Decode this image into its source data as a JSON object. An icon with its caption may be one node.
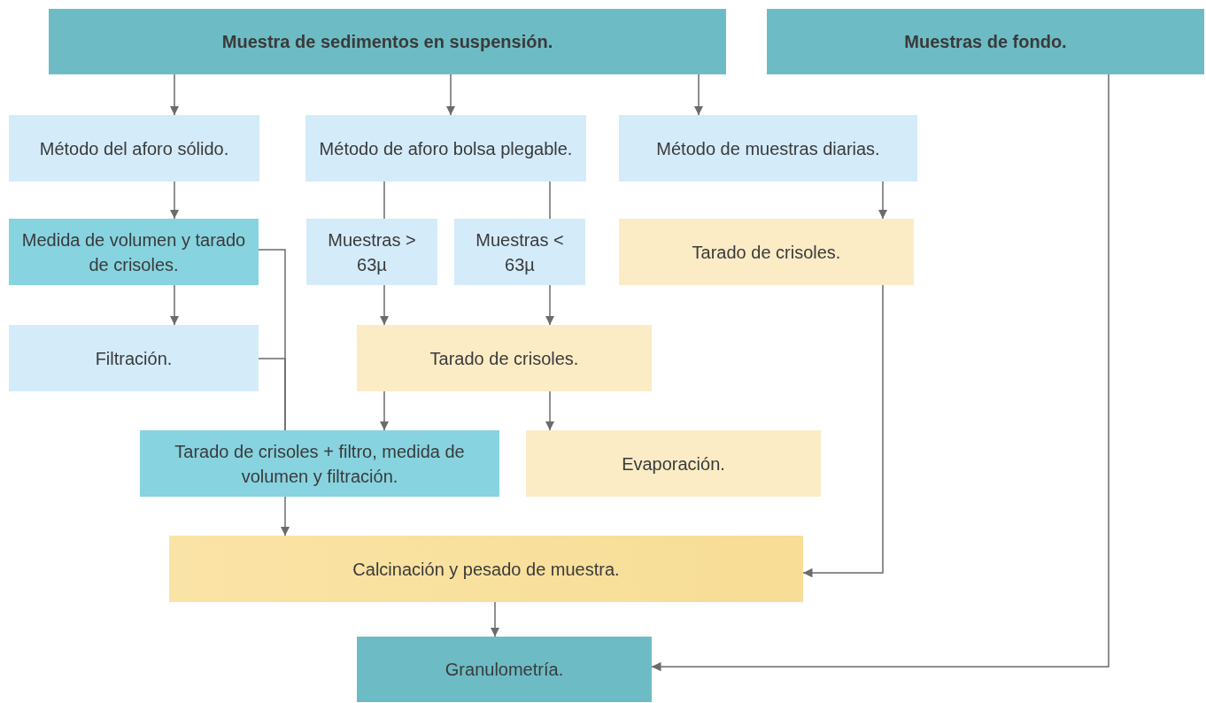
{
  "diagram": {
    "nodes": [
      {
        "text": [
          "Muestra de sedimentos en suspensión."
        ]
      },
      {
        "text": [
          "Muestras de fondo."
        ]
      },
      {
        "text": [
          "Método del aforo sólido."
        ]
      },
      {
        "text": [
          "Método de aforo bolsa plegable."
        ]
      },
      {
        "text": [
          "Método de muestras diarias."
        ]
      },
      {
        "text": [
          "Medida de volumen y tarado de crisoles."
        ]
      },
      {
        "text": [
          "Muestras > 63µ"
        ]
      },
      {
        "text": [
          "Muestras < 63µ"
        ]
      },
      {
        "text": [
          "Tarado de crisoles."
        ]
      },
      {
        "text": [
          "Filtración."
        ]
      },
      {
        "text": [
          "Tarado de crisoles."
        ]
      },
      {
        "text": [
          "Tarado de crisoles + filtro, medida de volumen y filtración."
        ]
      },
      {
        "text": [
          "Evaporación."
        ]
      },
      {
        "text": [
          "Calcinación y pesado de muestra."
        ]
      },
      {
        "text": [
          "Granulometría."
        ]
      }
    ],
    "edges": [
      {
        "from": 0,
        "to": 2,
        "arrow": "to"
      },
      {
        "from": 0,
        "to": 3,
        "arrow": "to"
      },
      {
        "from": 0,
        "to": 4,
        "arrow": "to"
      },
      {
        "from": 2,
        "to": 5,
        "arrow": "to"
      },
      {
        "from": 5,
        "to": 9,
        "arrow": "to"
      },
      {
        "from": 3,
        "to": 6,
        "arrow": "none"
      },
      {
        "from": 3,
        "to": 7,
        "arrow": "none"
      },
      {
        "from": 6,
        "to": 10,
        "arrow": "to"
      },
      {
        "from": 7,
        "to": 10,
        "arrow": "to"
      },
      {
        "from": 4,
        "to": 8,
        "arrow": "to"
      },
      {
        "from": 10,
        "to": 11,
        "arrow": "to"
      },
      {
        "from": 10,
        "to": 12,
        "arrow": "to"
      },
      {
        "from": 5,
        "to": 11,
        "arrow": "none"
      },
      {
        "from": 9,
        "to": 11,
        "arrow": "none"
      },
      {
        "from": 11,
        "to": 13,
        "arrow": "to"
      },
      {
        "from": 8,
        "to": 13,
        "arrow": "to"
      },
      {
        "from": 13,
        "to": 14,
        "arrow": "to"
      },
      {
        "from": 1,
        "to": 14,
        "arrow": "to"
      }
    ]
  }
}
